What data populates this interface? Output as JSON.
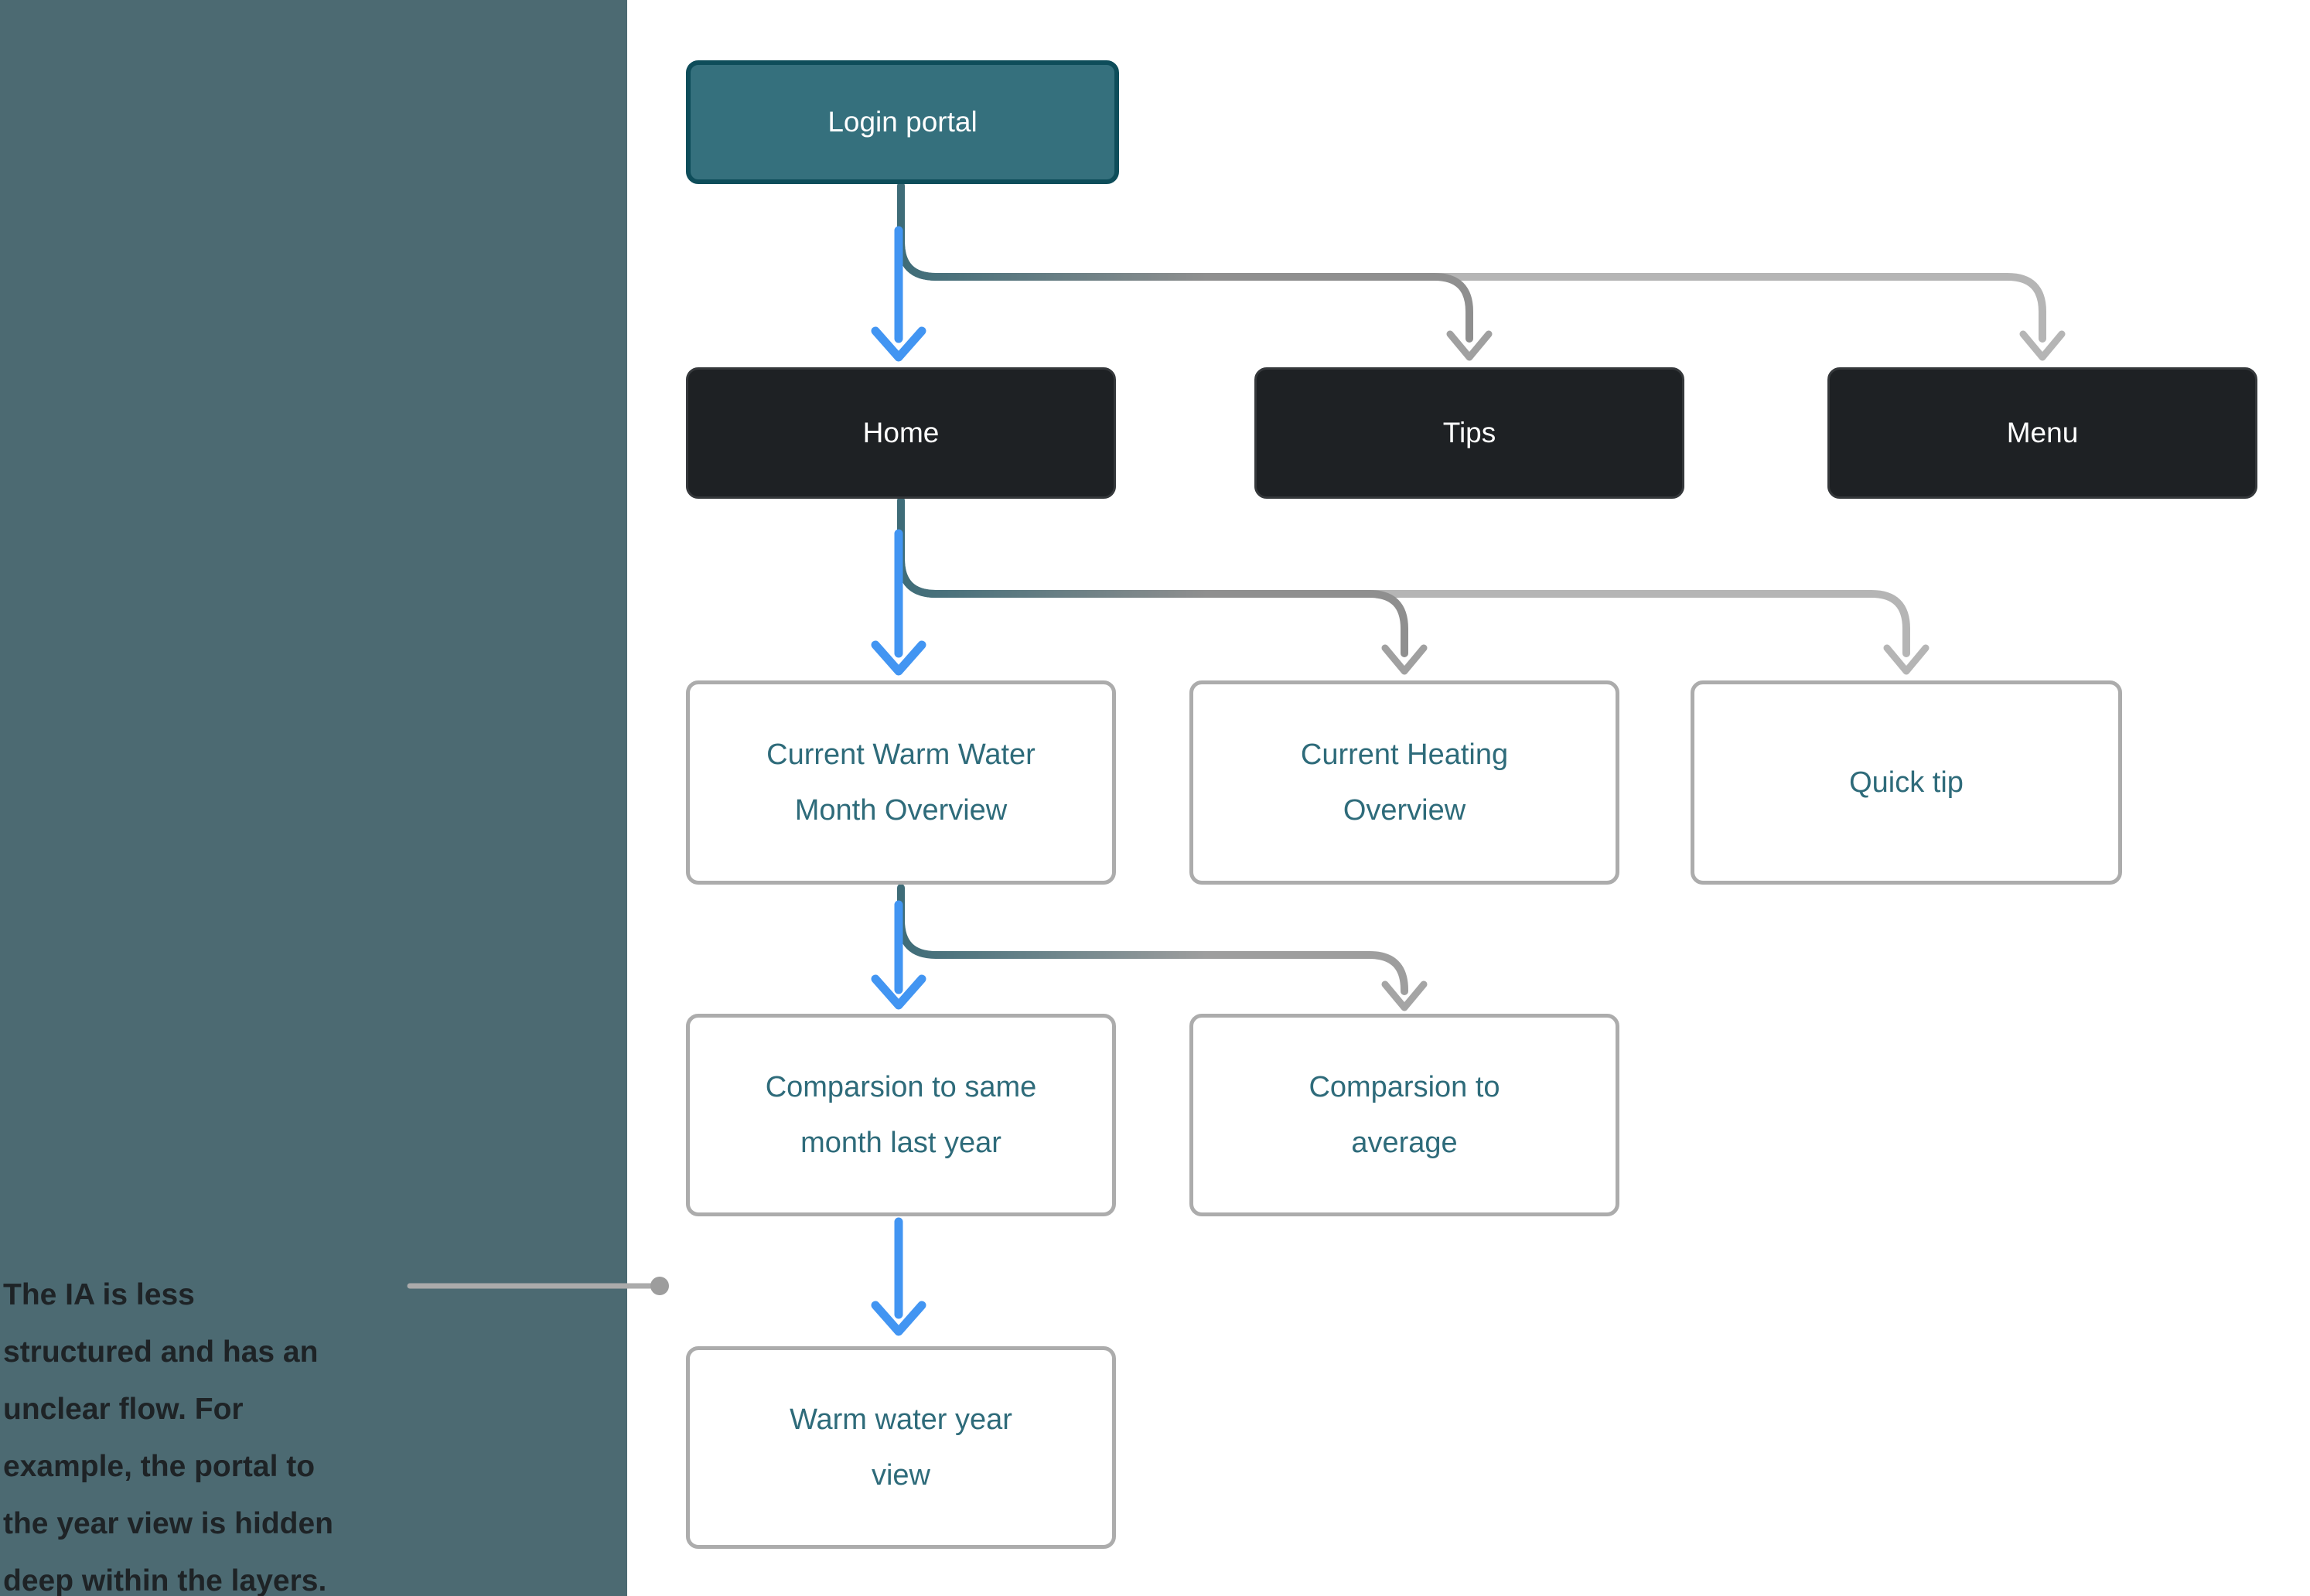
{
  "sidebar": {
    "annotation": "The IA is less\nstructured and has an\nunclear flow. For\nexample, the portal to\nthe year view is hidden\ndeep within the layers."
  },
  "nodes": {
    "login": "Login portal",
    "home": "Home",
    "tips": "Tips",
    "menu": "Menu",
    "warm_water_month": "Current Warm Water\nMonth Overview",
    "heating_overview": "Current Heating\nOverview",
    "quick_tip": "Quick tip",
    "compare_month": "Comparsion to same\nmonth last year",
    "compare_average": "Comparsion to\naverage",
    "warm_water_year": "Warm water year\nview"
  },
  "colors": {
    "sidebar_bg": "#4C6A72",
    "login_fill": "#35707D",
    "login_border": "#0E4D5A",
    "dark_node_fill": "#1E2124",
    "light_node_border": "#ACACAC",
    "node_text_teal": "#2E6B7A",
    "arrow_blue": "#4295F2",
    "arrow_gray_dark": "#8F8F8F",
    "arrow_gray_light": "#B5B5B5",
    "arrow_gray_medium": "#9E9E9E",
    "stub_teal": "#3E6C78",
    "annotation_text": "#1E2326"
  }
}
